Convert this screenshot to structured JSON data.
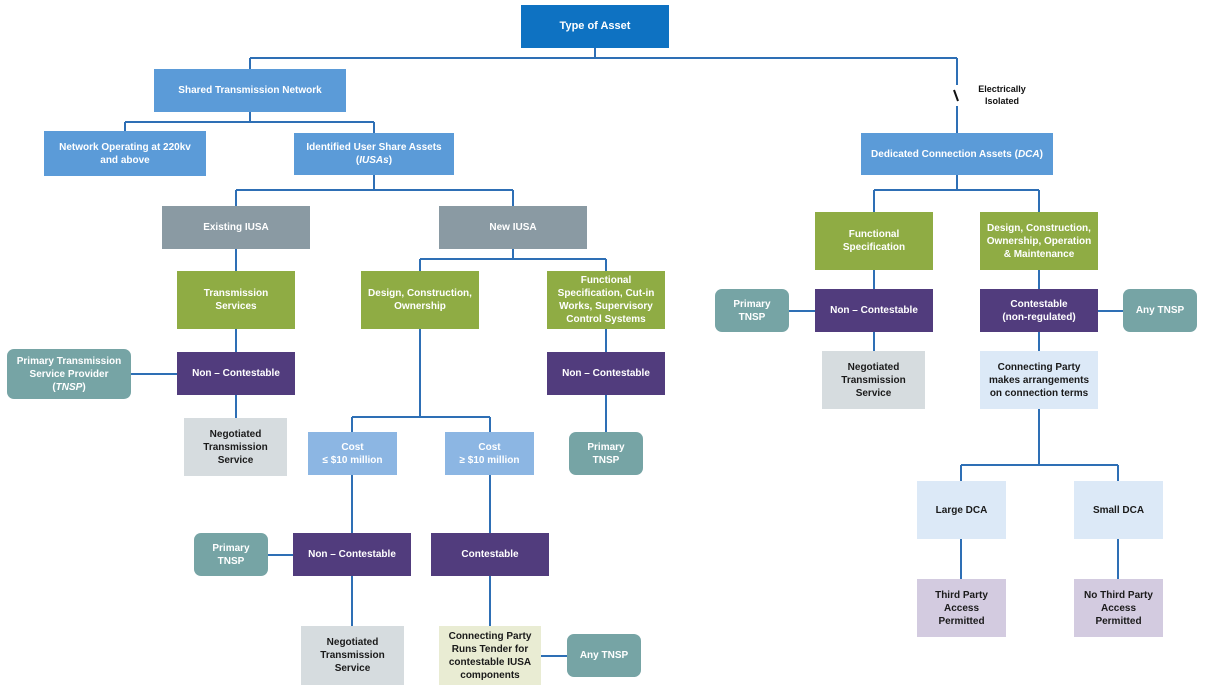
{
  "nodes": {
    "type_of_asset": "Type of Asset",
    "shared_network": "Shared Transmission Network",
    "network_220kv": "Network Operating at 220kv and above",
    "iusa_main": "Identified User Share Assets",
    "iusa_abbr": "IUSAs",
    "existing_iusa": "Existing IUSA",
    "new_iusa": "New IUSA",
    "transmission_services": "Transmission Services",
    "design_construction_ownership": "Design, Construction, Ownership",
    "functional_spec_cutin": "Functional Specification, Cut-in Works, Supervisory Control Systems",
    "primary_tnsp_long": "Primary Transmission Service Provider",
    "primary_tnsp_abbr": "TNSP",
    "non_contestable_1": "Non – Contestable",
    "non_contestable_2": "Non – Contestable",
    "negotiated_1": "Negotiated Transmission Service",
    "cost_label_1": "Cost",
    "cost_value_1": "≤ $10 million",
    "cost_label_2": "Cost",
    "cost_value_2": "≥ $10 million",
    "primary_tnsp_2": "Primary TNSP",
    "primary_tnsp_3": "Primary TNSP",
    "non_contestable_3": "Non – Contestable",
    "contestable_1": "Contestable",
    "negotiated_2": "Negotiated Transmission Service",
    "connecting_party_tender": "Connecting Party Runs Tender for contestable IUSA components",
    "any_tnsp_1": "Any TNSP",
    "electrically_isolated": "Electrically Isolated",
    "dca_main": "Dedicated Connection Assets",
    "dca_abbr": "DCA",
    "functional_spec": "Functional Specification",
    "design_operation": "Design, Construction, Ownership, Operation & Maintenance",
    "primary_tnsp_4": "Primary TNSP",
    "non_contestable_4": "Non – Contestable",
    "contestable_nonreg": "Contestable (non-regulated)",
    "any_tnsp_2": "Any TNSP",
    "negotiated_3": "Negotiated Transmission Service",
    "connecting_party_arrangements": "Connecting Party makes arrangements on connection terms",
    "large_dca": "Large DCA",
    "small_dca": "Small DCA",
    "third_party_permitted": "Third Party Access Permitted",
    "no_third_party": "No Third Party Access Permitted"
  },
  "colors": {
    "connector": "#2e6fb5",
    "header": "#0e72c2",
    "blue": "#5b9bd8",
    "gray": "#8a9aa3",
    "green": "#8fac44",
    "purple": "#513c7d",
    "teal": "#76a4a5"
  }
}
